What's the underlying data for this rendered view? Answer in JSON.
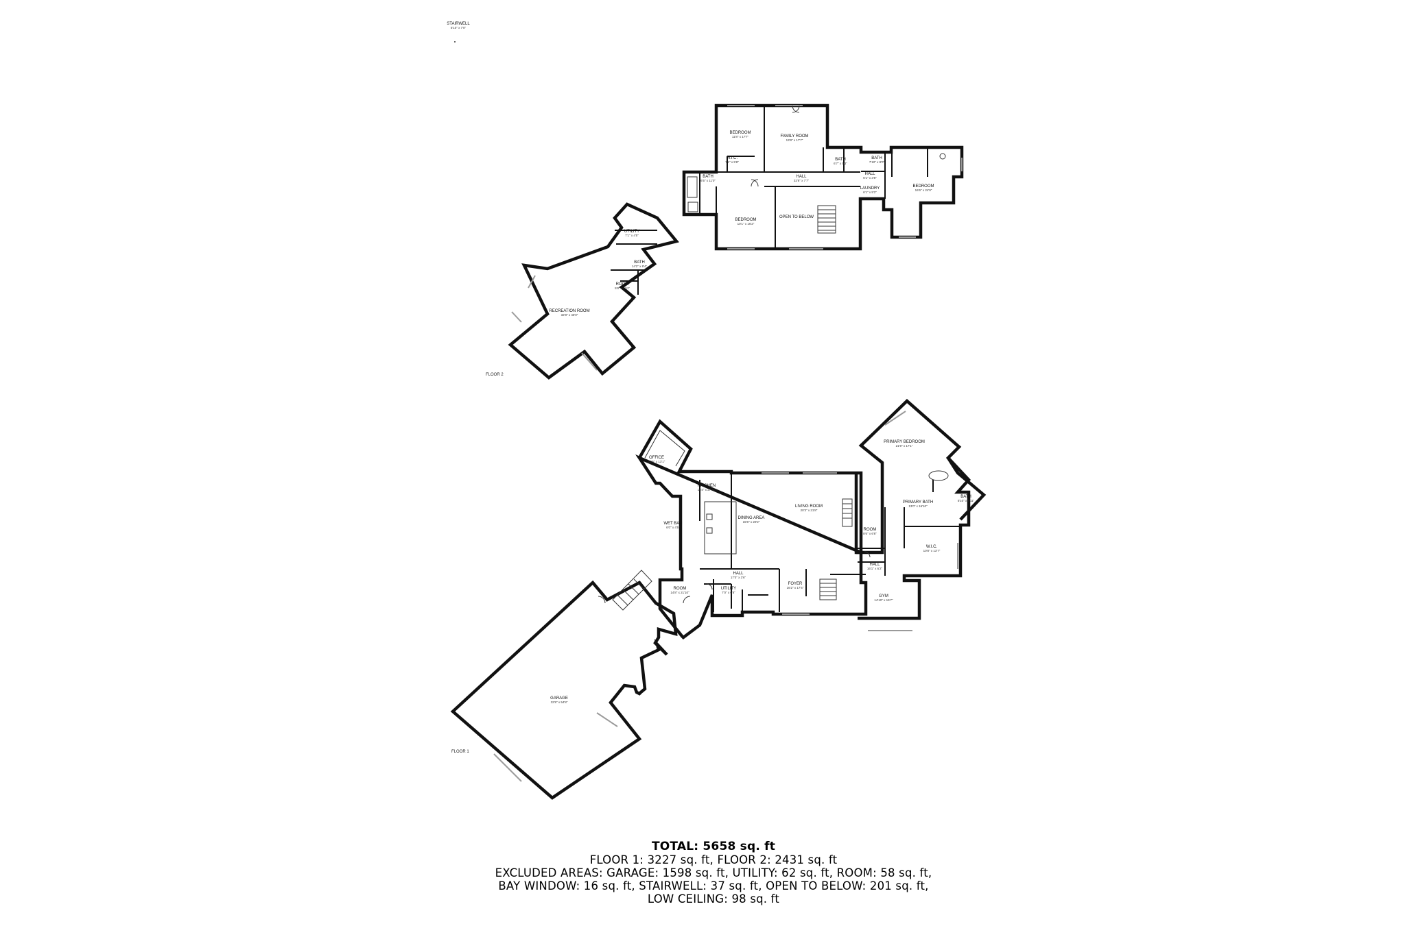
{
  "rooms_floor2": [
    {
      "name": "BEDROOM",
      "dim": "11'8\" x 17'7\""
    },
    {
      "name": "FAMILY ROOM",
      "dim": "13'8\" x 17'7\""
    },
    {
      "name": "BATH",
      "dim": "6'5\" x 11'0\""
    },
    {
      "name": "W.I.C.",
      "dim": "7'1\" x 5'8\""
    },
    {
      "name": "HALL",
      "dim": "32'8\" x 7'7\""
    },
    {
      "name": "BATH",
      "dim": "6'7\" x 5'3\""
    },
    {
      "name": "BATH",
      "dim": "7'10\" x 8'0\""
    },
    {
      "name": "HALL",
      "dim": "6'1\" x 3'8\""
    },
    {
      "name": "LAUNDRY",
      "dim": "6'1\" x 5'2\""
    },
    {
      "name": "BEDROOM",
      "dim": "16'6\" x 24'9\""
    },
    {
      "name": "BEDROOM",
      "dim": "10'1\" x 16'2\""
    },
    {
      "name": "OPEN TO BELOW",
      "dim": ""
    },
    {
      "name": "UTILITY",
      "dim": "7'1\" x 4'5\""
    },
    {
      "name": "BATH",
      "dim": "14'2\" x 8'4\""
    },
    {
      "name": "ROOM",
      "dim": "5'8\" x 4'11\""
    },
    {
      "name": "RECREATION ROOM",
      "dim": "32'8\" x 46'0\""
    }
  ],
  "rooms_floor1": [
    {
      "name": "OFFICE",
      "dim": "13'5\" x 13'1\""
    },
    {
      "name": "KITCHEN",
      "dim": "18'4\" x 27'11\""
    },
    {
      "name": "DINING AREA",
      "dim": "15'6\" x 20'2\""
    },
    {
      "name": "LIVING ROOM",
      "dim": "20'3\" x 21'8\""
    },
    {
      "name": "PRIMARY BEDROOM",
      "dim": "21'9\" x 17'1\""
    },
    {
      "name": "PRIMARY BATH",
      "dim": "13'0\" x 16'10\""
    },
    {
      "name": "BATH",
      "dim": "5'10\" x 7'11\""
    },
    {
      "name": "W.I.C.",
      "dim": "10'8\" x 13'7\""
    },
    {
      "name": "ROOM",
      "dim": "8'6\" x 6'8\""
    },
    {
      "name": "HALL",
      "dim": "16'1\" x 6'2\""
    },
    {
      "name": "WET BAR",
      "dim": "6'0\" x 4'5\""
    },
    {
      "name": "HALL",
      "dim": "17'0\" x 3'6\""
    },
    {
      "name": "UTILITY",
      "dim": "7'0\" x 6'8\""
    },
    {
      "name": "ROOM",
      "dim": "14'8\" x 21'10\""
    },
    {
      "name": "FOYER",
      "dim": "16'2\" x 17'4\""
    },
    {
      "name": "GYM",
      "dim": "14'10\" x 15'7\""
    },
    {
      "name": "GARAGE",
      "dim": "32'8\" x 54'8\""
    }
  ],
  "labels": {
    "stairwell": "STAIRWELL",
    "stairwell_dim": "5'10\" x 7'0\"",
    "floor2": "FLOOR 2",
    "floor1": "FLOOR 1"
  },
  "summary": {
    "total": "TOTAL: 5658 sq. ft",
    "line1": "FLOOR 1: 3227 sq. ft, FLOOR 2: 2431 sq. ft",
    "line2": "EXCLUDED AREAS: GARAGE: 1598 sq. ft, UTILITY: 62 sq. ft, ROOM: 58 sq. ft,",
    "line3": "BAY WINDOW: 16 sq. ft, STAIRWELL: 37 sq. ft, OPEN TO BELOW: 201 sq. ft,",
    "line4": "LOW CEILING: 98 sq. ft"
  },
  "colors": {
    "wall": "#111111",
    "window": "#9a9a9a",
    "background": "#ffffff"
  }
}
